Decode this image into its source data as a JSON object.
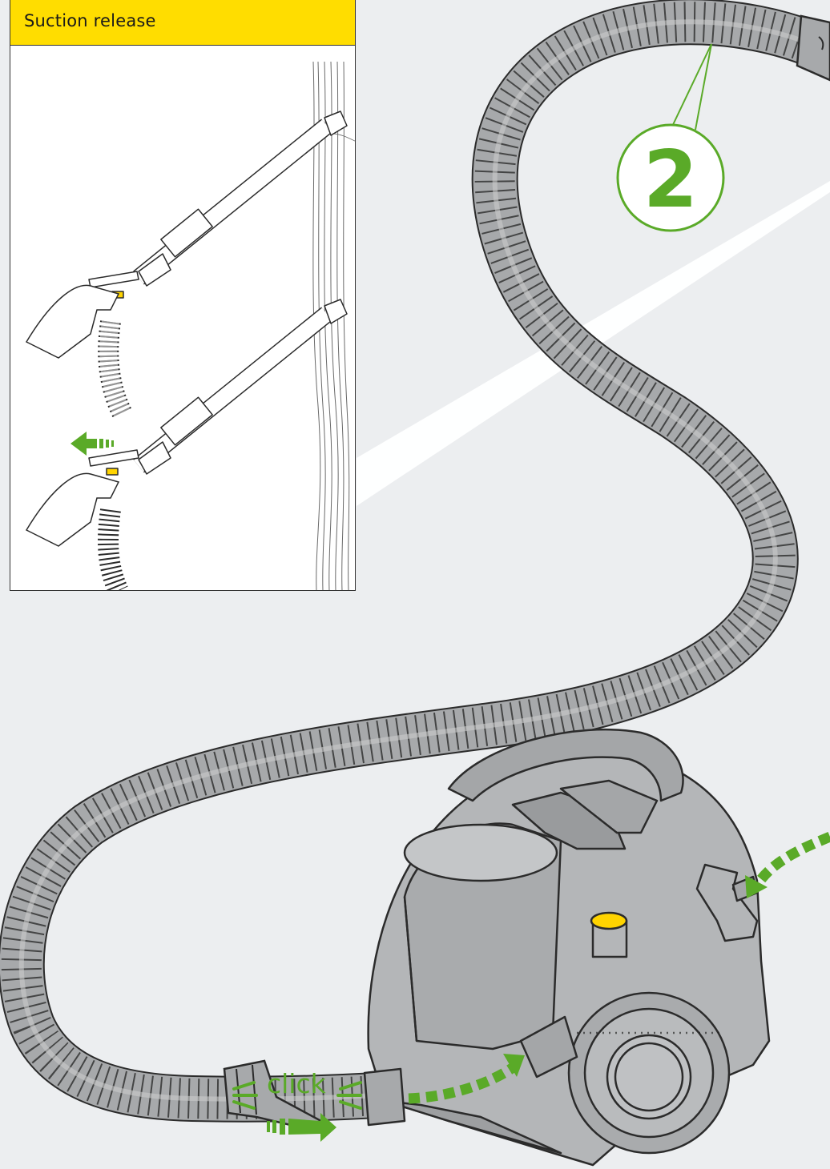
{
  "inset": {
    "title": "Suction release"
  },
  "callout": {
    "step_number": "2"
  },
  "main": {
    "click_label": "click"
  },
  "colors": {
    "background": "#eceef0",
    "header_yellow": "#ffdd00",
    "accent_green": "#5aaa28",
    "hose_grey": "#a7a9ab",
    "body_grey": "#b4b6b8",
    "outline": "#2b2b2b",
    "button_yellow": "#ffd400"
  },
  "icons": [
    "arrow-left-icon",
    "arrow-right-icon",
    "curved-arrow-icon",
    "click-sound-marks-icon"
  ]
}
